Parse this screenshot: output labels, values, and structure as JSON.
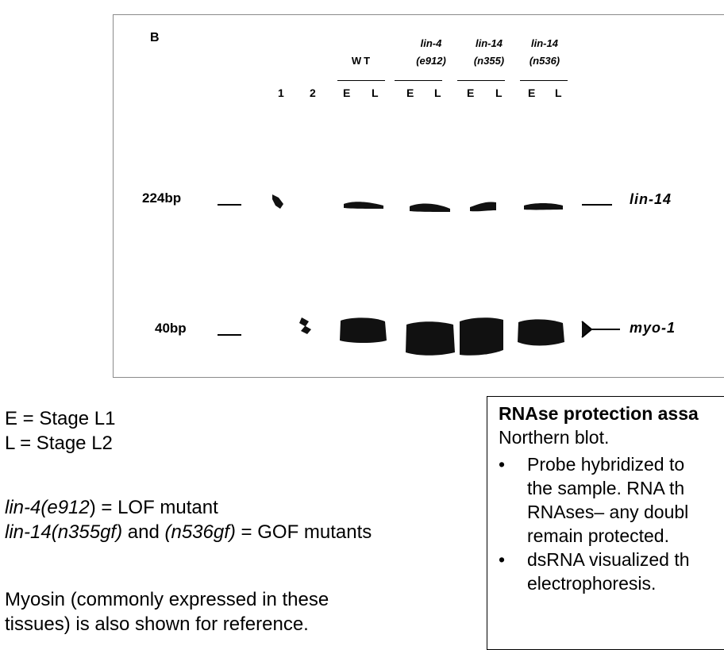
{
  "figure": {
    "panel_letter": "B",
    "genotypes": [
      {
        "line1": "",
        "line2": "WT"
      },
      {
        "line1": "lin-4",
        "line2": "(e912)"
      },
      {
        "line1": "lin-14",
        "line2": "(n355)"
      },
      {
        "line1": "lin-14",
        "line2": "(n536)"
      }
    ],
    "lanes": [
      "1",
      "2",
      "E",
      "L",
      "E",
      "L",
      "E",
      "L",
      "E",
      "L"
    ],
    "size_markers": [
      "224bp",
      "40bp"
    ],
    "band_labels": [
      "lin-14",
      "myo-1"
    ],
    "band_color": "#111111"
  },
  "legend": {
    "stage_lines": [
      "E = Stage L1",
      "L = Stage L2"
    ],
    "lof_italic": "lin-4(e912",
    "lof_rest": ") = LOF mutant",
    "gof_italic_1": "lin-14(n355gf)",
    "gof_mid": " and ",
    "gof_italic_2": "(n536gf)",
    "gof_rest": " = GOF mutants",
    "myosin_lines": [
      "Myosin (commonly expressed in these",
      "tissues) is also shown for reference."
    ]
  },
  "method_box": {
    "title": "RNAse protection assa",
    "subtitle": "Northern blot.",
    "bullet_char": "•",
    "bullets": [
      [
        "Probe hybridized to",
        "the sample. RNA th",
        "RNAses– any doubl",
        "remain protected."
      ],
      [
        "dsRNA visualized th",
        "electrophoresis."
      ]
    ]
  }
}
